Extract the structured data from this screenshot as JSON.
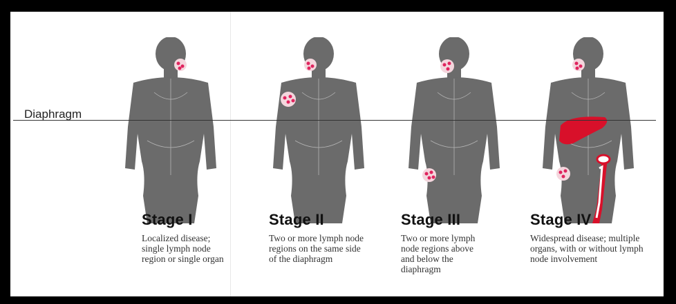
{
  "diaphragm_label": "Diaphragm",
  "stages": [
    {
      "title": "Stage I",
      "desc": "Localized disease; single lymph node region or single organ"
    },
    {
      "title": "Stage II",
      "desc": "Two or more lymph node regions on the same side of the diaphragm"
    },
    {
      "title": "Stage III",
      "desc": "Two or more lymph node regions above and below the diaphragm"
    },
    {
      "title": "Stage IV",
      "desc": "Widespread disease; multiple organs, with or without lymph node involvement"
    }
  ],
  "colors": {
    "body": "#6b6b6b",
    "node": "#e0245e",
    "organ": "#d8102a",
    "line": "#333333"
  }
}
